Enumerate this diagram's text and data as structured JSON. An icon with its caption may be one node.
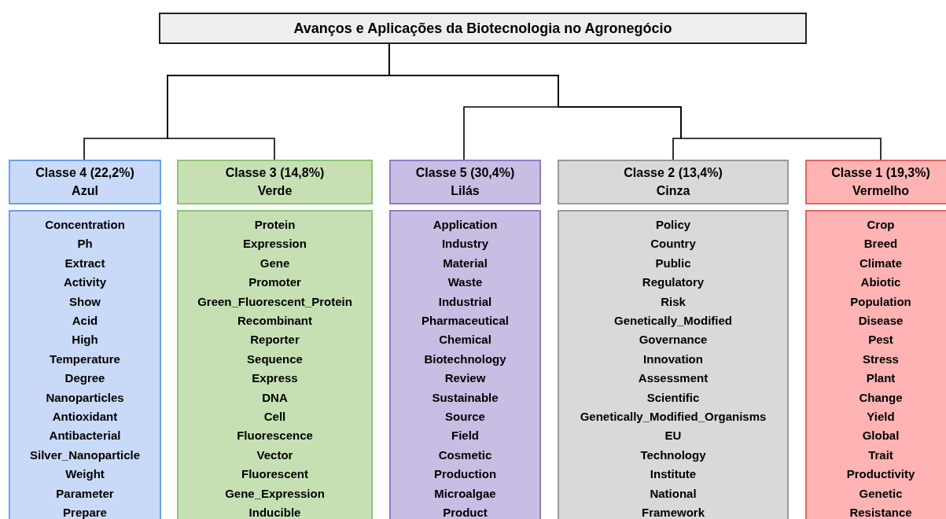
{
  "diagram": {
    "nodes": [
      {
        "text": [
          "Avanços e Aplicações da Biotecnologia no Agronegócio"
        ]
      },
      {
        "text": [
          "Classe 4 (22,2%)",
          "Azul"
        ]
      },
      {
        "text": [
          "Concentration",
          "Ph",
          "Extract",
          "Activity",
          "Show",
          "Acid",
          "High",
          "Temperature",
          "Degree",
          "Nanoparticles",
          "Antioxidant",
          "Antibacterial",
          "Silver_Nanoparticle",
          "Weight",
          "Parameter",
          "Prepare"
        ]
      },
      {
        "text": [
          "Classe 3 (14,8%)",
          "Verde"
        ]
      },
      {
        "text": [
          "Protein",
          "Expression",
          "Gene",
          "Promoter",
          "Green_Fluorescent_Protein",
          "Recombinant",
          "Reporter",
          "Sequence",
          "Express",
          "DNA",
          "Cell",
          "Fluorescence",
          "Vector",
          "Fluorescent",
          "Gene_Expression",
          "Inducible"
        ]
      },
      {
        "text": [
          "Classe 5 (30,4%)",
          "Lilás"
        ]
      },
      {
        "text": [
          "Application",
          "Industry",
          "Material",
          "Waste",
          "Industrial",
          "Pharmaceutical",
          "Chemical",
          "Biotechnology",
          "Review",
          "Sustainable",
          "Source",
          "Field",
          "Cosmetic",
          "Production",
          "Microalgae",
          "Product"
        ]
      },
      {
        "text": [
          "Classe 2 (13,4%)",
          "Cinza"
        ]
      },
      {
        "text": [
          "Policy",
          "Country",
          "Public",
          "Regulatory",
          "Risk",
          "Genetically_Modified",
          "Governance",
          "Innovation",
          "Assessment",
          "Scientific",
          "Genetically_Modified_Organisms",
          "EU",
          "Technology",
          "Institute",
          "National",
          "Framework"
        ]
      },
      {
        "text": [
          "Classe 1 (19,3%)",
          "Vermelho"
        ]
      },
      {
        "text": [
          "Crop",
          "Breed",
          "Climate",
          "Abiotic",
          "Population",
          "Disease",
          "Pest",
          "Stress",
          "Plant",
          "Change",
          "Yield",
          "Global",
          "Trait",
          "Productivity",
          "Genetic",
          "Resistance"
        ]
      }
    ],
    "edges": [
      {
        "from": 0,
        "to": 1,
        "arrow": "none"
      },
      {
        "from": 0,
        "to": 3,
        "arrow": "none"
      },
      {
        "from": 0,
        "to": 5,
        "arrow": "none"
      },
      {
        "from": 0,
        "to": 7,
        "arrow": "none"
      },
      {
        "from": 0,
        "to": 9,
        "arrow": "none"
      }
    ]
  }
}
